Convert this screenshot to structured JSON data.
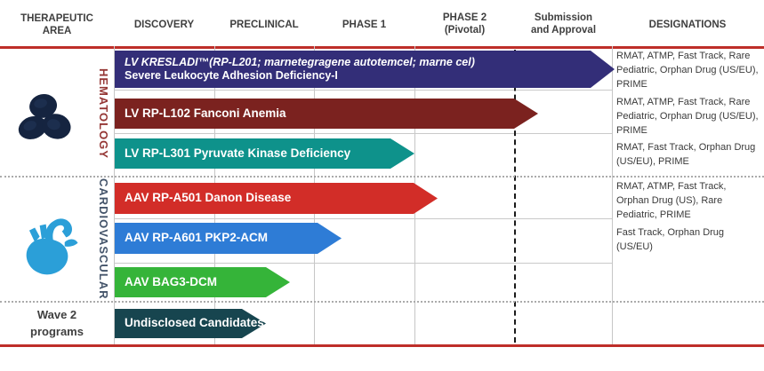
{
  "header": {
    "columns": [
      {
        "id": "therapeutic-area",
        "label": "THERAPEUTIC\nAREA"
      },
      {
        "id": "discovery",
        "label": "DISCOVERY"
      },
      {
        "id": "preclinical",
        "label": "PRECLINICAL"
      },
      {
        "id": "phase-1",
        "label": "PHASE 1"
      },
      {
        "id": "phase-2",
        "label": "PHASE 2\n(Pivotal)"
      },
      {
        "id": "submission-approval",
        "label": "Submission\nand Approval"
      },
      {
        "id": "designations",
        "label": "DESIGNATIONS"
      }
    ]
  },
  "sections": {
    "hematology": {
      "label": "HEMATOLOGY",
      "color": "#953735",
      "icon": "blood-cells-icon"
    },
    "cardiovascular": {
      "label": "CARDIOVASCULAR",
      "color": "#44546A",
      "icon": "heart-icon"
    },
    "wave2": {
      "label": "Wave 2\nprograms"
    }
  },
  "rows": [
    {
      "program": "LV KRESLADI™(RP-L201; marnetegragene autotemcel; marne cel)",
      "indication": "Severe Leukocyte Adhesion Deficiency-I",
      "section": "hematology",
      "color": "#332E78",
      "phase_reached": "Submission and Approval",
      "designations": "RMAT, ATMP, Fast Track, Rare Pediatric, Orphan Drug (US/EU), PRIME"
    },
    {
      "program": "LV RP-L102 Fanconi Anemia",
      "section": "hematology",
      "color": "#7B221F",
      "phase_reached": "Submission and Approval",
      "designations": "RMAT, ATMP, Fast Track, Rare Pediatric, Orphan Drug (US/EU), PRIME"
    },
    {
      "program": "LV RP-L301 Pyruvate Kinase Deficiency",
      "section": "hematology",
      "color": "#0E928B",
      "phase_reached": "Phase 1",
      "designations": "RMAT, Fast Track, Orphan Drug (US/EU), PRIME"
    },
    {
      "program": "AAV RP-A501 Danon Disease",
      "section": "cardiovascular",
      "color": "#D22D28",
      "phase_reached": "Phase 2 (Pivotal)",
      "designations": "RMAT, ATMP, Fast Track, Orphan Drug (US), Rare Pediatric, PRIME"
    },
    {
      "program": "AAV RP-A601 PKP2-ACM",
      "section": "cardiovascular",
      "color": "#2E7CD6",
      "phase_reached": "Phase 1",
      "designations": "Fast Track, Orphan Drug (US/EU)"
    },
    {
      "program": "AAV BAG3-DCM",
      "section": "cardiovascular",
      "color": "#35B439",
      "phase_reached": "Preclinical",
      "designations": ""
    },
    {
      "program": "Undisclosed Candidates",
      "section": "wave2",
      "color": "#17454F",
      "phase_reached": "Discovery",
      "designations": ""
    }
  ],
  "colors": {
    "red_rule": "#BE2E29",
    "hematology_icon": "#152440",
    "heart_icon": "#2B9FD8"
  }
}
